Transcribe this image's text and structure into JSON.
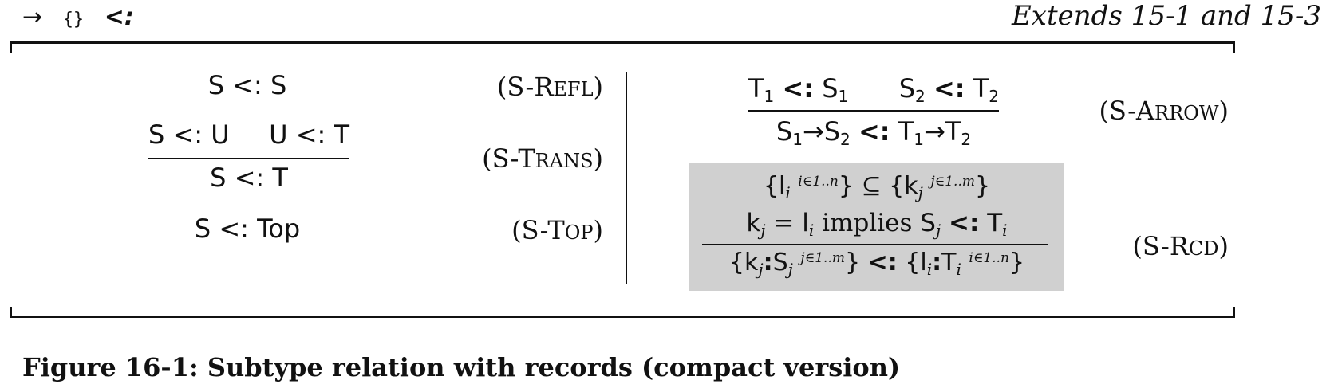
{
  "header": {
    "arrow": "→",
    "braces": "{}",
    "subtype": "<:",
    "extends": "Extends 15-1 and 15-3"
  },
  "rules": {
    "refl": {
      "conclusion": "S <: S",
      "name": "(S-Refl)"
    },
    "trans": {
      "premise1": "S <: U",
      "premise2": "U <: T",
      "conclusion": "S <: T",
      "name": "(S-Trans)"
    },
    "top": {
      "conclusion": "S <: Top",
      "name": "(S-Top)"
    },
    "arrow": {
      "name": "(S-Arrow)"
    },
    "rcd": {
      "implies_word": "implies",
      "name": "(S-Rcd)"
    }
  },
  "caption": "Figure 16-1: Subtype relation with records (compact version)"
}
